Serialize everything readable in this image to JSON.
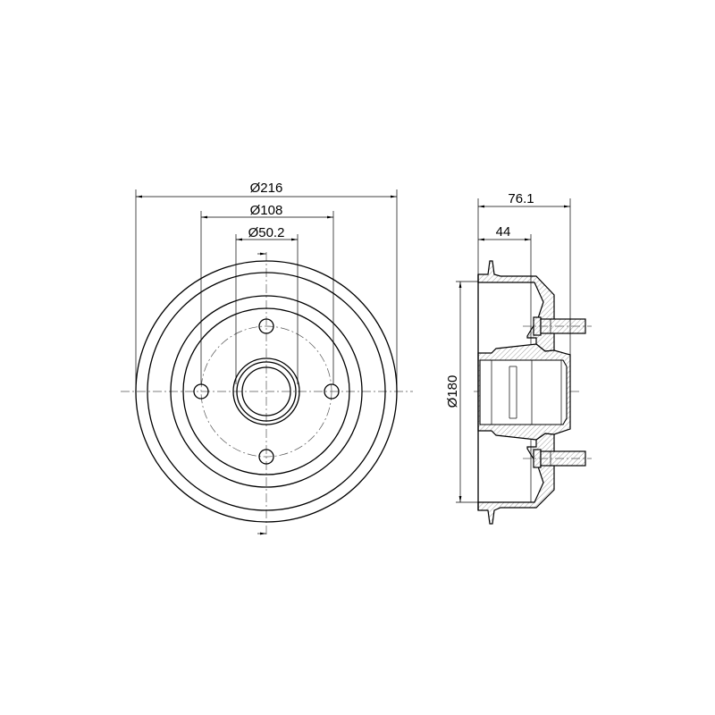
{
  "front_view": {
    "dimensions": {
      "outer_diameter": "Ø216",
      "bolt_circle": "Ø108",
      "center_bore": "Ø50.2"
    }
  },
  "side_view": {
    "dimensions": {
      "total_height": "76.1",
      "offset": "44",
      "drum_inner_diameter": "Ø180"
    }
  },
  "colors": {
    "line": "#000000",
    "background": "#ffffff"
  }
}
